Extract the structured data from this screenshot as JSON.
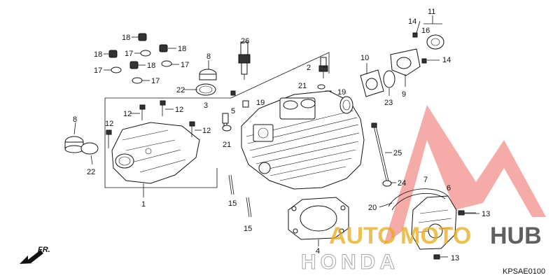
{
  "diagram": {
    "code": "KPSAE0100",
    "front_label": "FR.",
    "callouts": {
      "c1": "1",
      "c2": "2",
      "c3": "3",
      "c4": "4",
      "c5": "5",
      "c6": "6",
      "c7": "7",
      "c8a": "8",
      "c8b": "8",
      "c9": "9",
      "c10": "10",
      "c11": "11",
      "c12a": "12",
      "c12b": "12",
      "c12c": "12",
      "c12d": "12",
      "c13a": "13",
      "c13b": "13",
      "c14a": "14",
      "c14b": "14",
      "c15a": "15",
      "c15b": "15",
      "c16": "16",
      "c17a": "17",
      "c17b": "17",
      "c17c": "17",
      "c17d": "17",
      "c18a": "18",
      "c18b": "18",
      "c18c": "18",
      "c18d": "18",
      "c19a": "19",
      "c19b": "19",
      "c20": "20",
      "c21a": "21",
      "c21b": "21",
      "c22a": "22",
      "c22b": "22",
      "c23": "23",
      "c24": "24",
      "c25": "25",
      "c26": "26"
    }
  },
  "watermark": {
    "text_a": "AUTO",
    "text_b": "MOTO",
    "text_c": "HUB",
    "honda": "HONDA",
    "colors": {
      "red": "#e8403a",
      "gold": "#e8a91b",
      "dark": "#2b2b2b"
    }
  }
}
